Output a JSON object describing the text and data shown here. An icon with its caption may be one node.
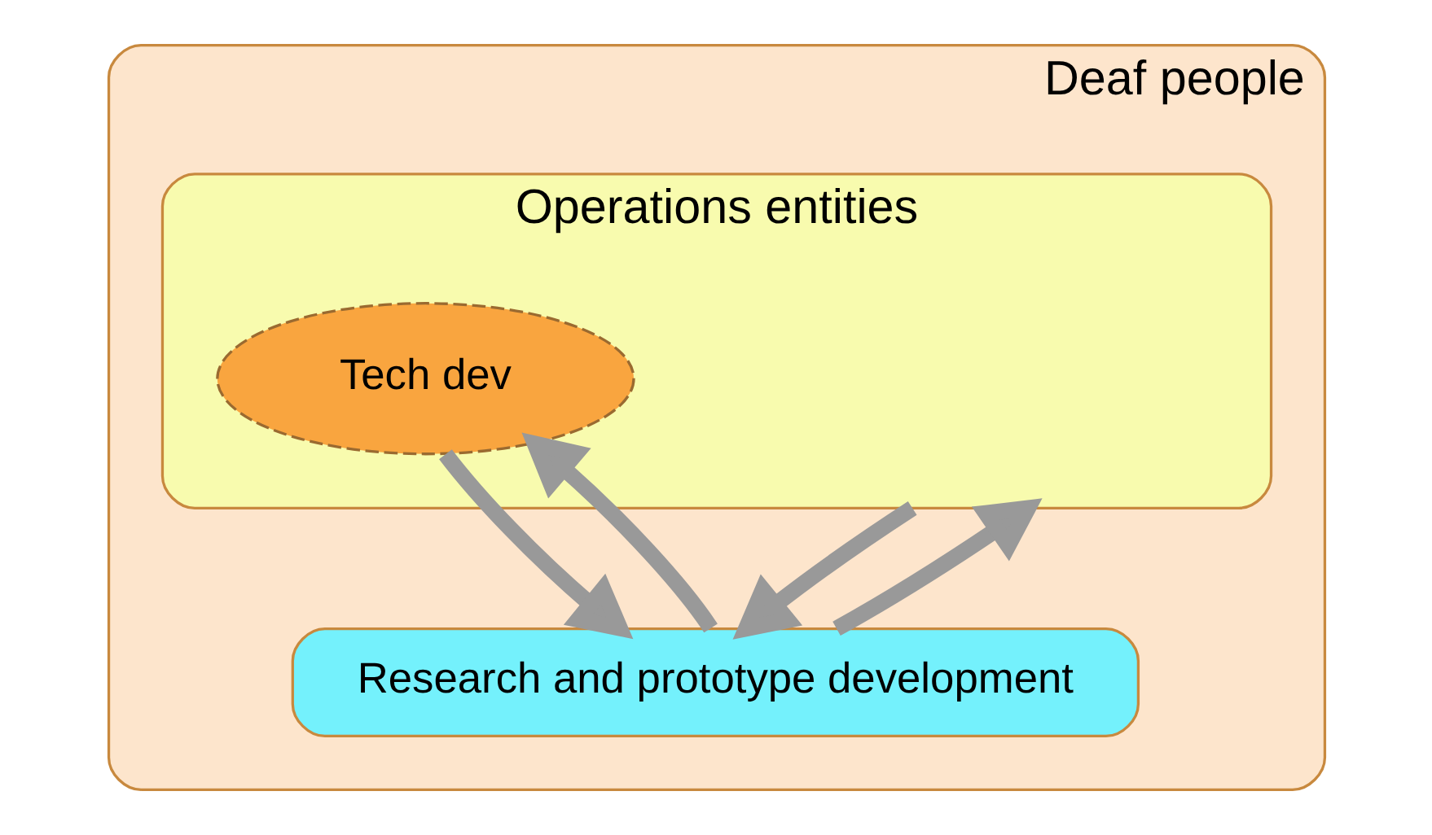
{
  "diagram": {
    "nodes": [
      {
        "text": [
          "Deaf people"
        ]
      },
      {
        "text": [
          "Operations entities"
        ],
        "in": 0
      },
      {
        "text": [
          "Tech dev"
        ],
        "in": 1
      },
      {
        "text": [
          "Research and prototype development"
        ],
        "in": 0
      }
    ],
    "edges": [
      {
        "from": 3,
        "to": 2,
        "arrow": "to"
      },
      {
        "from": 3,
        "to": 1,
        "arrow": "to"
      },
      {
        "from": 2,
        "to": 3,
        "arrow": "to"
      },
      {
        "from": 1,
        "to": 3,
        "arrow": "to"
      }
    ]
  }
}
